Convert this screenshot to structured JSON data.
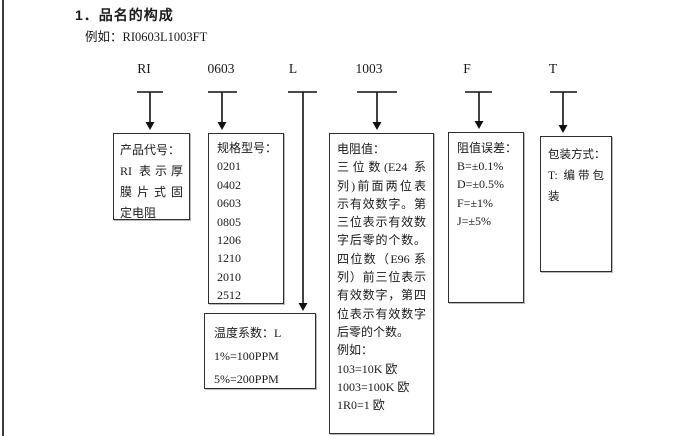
{
  "colors": {
    "ink": "#1a1a1a",
    "box_border": "#2e2e2e",
    "background": "#ffffff"
  },
  "header": {
    "section_title": "1．品名的构成",
    "example": "例如：RI0603L1003FT"
  },
  "segments": [
    {
      "code": "RI",
      "box": {
        "lines": [
          "产品代号：",
          "RI 表示厚",
          "膜片式固",
          "定电阻"
        ]
      }
    },
    {
      "code": "0603",
      "box": {
        "lines": [
          "规格型号：",
          "0201",
          "0402",
          "0603",
          "0805",
          "1206",
          "1210",
          "2010",
          "2512"
        ]
      }
    },
    {
      "code": "L",
      "box": {
        "lines": [
          "温度系数：L",
          "1%=100PPM",
          "5%=200PPM"
        ]
      }
    },
    {
      "code": "1003",
      "box": {
        "lines": [
          "电阻值：",
          "三位数(E24 系",
          "列)前面两位表",
          "示有效数字。第",
          "三位表示有效数",
          "字后零的个数。",
          "四位数（E96 系",
          "列）前三位表示",
          "有效数字，第四",
          "位表示有效数字",
          "后零的个数。",
          "例如：",
          "103=10K 欧",
          "1003=100K 欧",
          "1R0=1 欧"
        ]
      }
    },
    {
      "code": "F",
      "box": {
        "lines": [
          "阻值误差：",
          "B=±0.1%",
          "D=±0.5%",
          "F=±1%",
          "J=±5%"
        ]
      }
    },
    {
      "code": "T",
      "box": {
        "lines": [
          "包装方式：",
          "T: 编带包",
          "装"
        ]
      }
    }
  ]
}
